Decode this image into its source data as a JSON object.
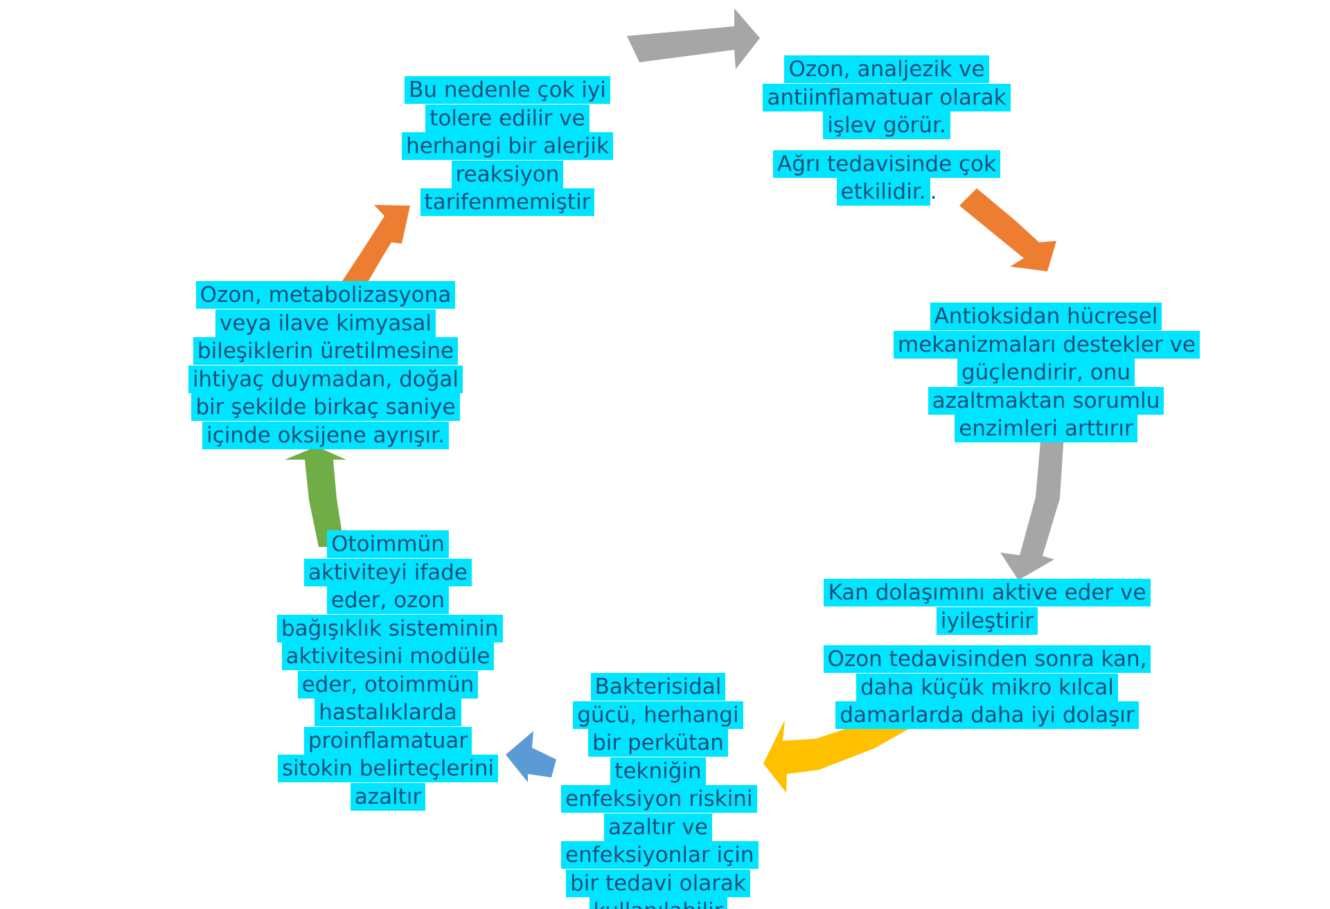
{
  "colors": {
    "highlight": "#00e5ff",
    "text": "#1f4e79",
    "arrow_gray": "#a6a6a6",
    "arrow_orange": "#ed7d31",
    "arrow_yellow": "#ffc000",
    "arrow_blue": "#5b9bd5",
    "arrow_green": "#70ad47"
  },
  "steps": [
    {
      "id": "analgesic",
      "paragraphs": [
        "Ozon, analjezik ve antiinflamatuar olarak işlev görür.",
        "Ağrı tedavisinde çok etkilidir."
      ],
      "trailing_dot": "."
    },
    {
      "id": "antioxidant",
      "paragraphs": [
        "Antioksidan hücresel mekanizmaları destekler ve güçlendirir, onu azaltmaktan sorumlu enzimleri arttırır"
      ]
    },
    {
      "id": "circulation",
      "paragraphs": [
        "Kan dolaşımını aktive eder ve iyileştirir",
        "Ozon tedavisinden sonra kan, daha küçük mikro kılcal damarlarda daha iyi dolaşır"
      ]
    },
    {
      "id": "bactericidal",
      "paragraphs": [
        "Bakterisidal gücü, herhangi bir perkütan tekniğin enfeksiyon riskini azaltır ve enfeksiyonlar için bir tedavi olarak kullanılabilir"
      ]
    },
    {
      "id": "autoimmune",
      "paragraphs": [
        "Otoimmün aktiviteyi ifade eder, ozon bağışıklık sisteminin aktivitesini modüle eder, otoimmün hastalıklarda proinflamatuar sitokin belirteçlerini azaltır"
      ]
    },
    {
      "id": "decomposition",
      "paragraphs": [
        "Ozon, metabolizasyona veya ilave kimyasal bileşiklerin üretilmesine ihtiyaç duymadan, doğal bir şekilde birkaç saniye içinde oksijene ayrışır."
      ]
    },
    {
      "id": "tolerance",
      "paragraphs": [
        "Bu nedenle çok iyi tolere edilir ve herhangi bir alerjik reaksiyon tarifenmemiştir"
      ]
    }
  ],
  "arrows": [
    {
      "name": "arrow-tolerance-to-analgesic",
      "color": "arrow_gray"
    },
    {
      "name": "arrow-analgesic-to-antioxidant",
      "color": "arrow_orange"
    },
    {
      "name": "arrow-antioxidant-to-circulation",
      "color": "arrow_gray"
    },
    {
      "name": "arrow-circulation-to-bactericidal",
      "color": "arrow_yellow"
    },
    {
      "name": "arrow-bactericidal-to-autoimmune",
      "color": "arrow_blue"
    },
    {
      "name": "arrow-autoimmune-to-decomposition",
      "color": "arrow_green"
    },
    {
      "name": "arrow-decomposition-to-tolerance",
      "color": "arrow_orange"
    }
  ]
}
